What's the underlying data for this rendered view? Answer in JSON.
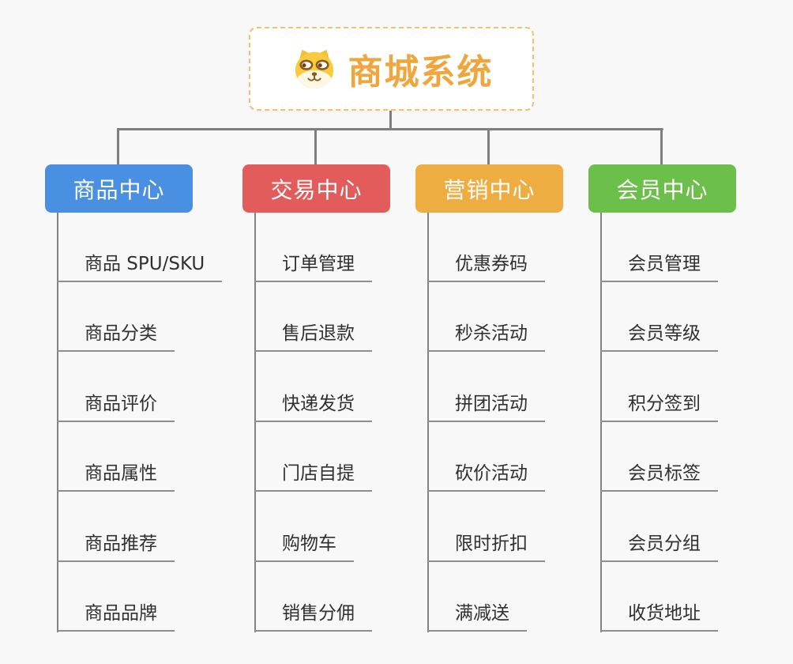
{
  "root": {
    "title": "商城系统",
    "icon": "dog-face-icon",
    "accent_color": "#F0A63C",
    "border_color": "#F2C06E"
  },
  "connector_color": "#7F7F7F",
  "background_color": "#F8F8F8",
  "branches": [
    {
      "label": "商品中心",
      "color": "#4A90E2",
      "items": [
        "商品 SPU/SKU",
        "商品分类",
        "商品评价",
        "商品属性",
        "商品推荐",
        "商品品牌"
      ]
    },
    {
      "label": "交易中心",
      "color": "#E35C5C",
      "items": [
        "订单管理",
        "售后退款",
        "快递发货",
        "门店自提",
        "购物车",
        "销售分佣"
      ]
    },
    {
      "label": "营销中心",
      "color": "#EDAD41",
      "items": [
        "优惠券码",
        "秒杀活动",
        "拼团活动",
        "砍价活动",
        "限时折扣",
        "满减送"
      ]
    },
    {
      "label": "会员中心",
      "color": "#6DBF4B",
      "items": [
        "会员管理",
        "会员等级",
        "积分签到",
        "会员标签",
        "会员分组",
        "收货地址"
      ]
    }
  ]
}
